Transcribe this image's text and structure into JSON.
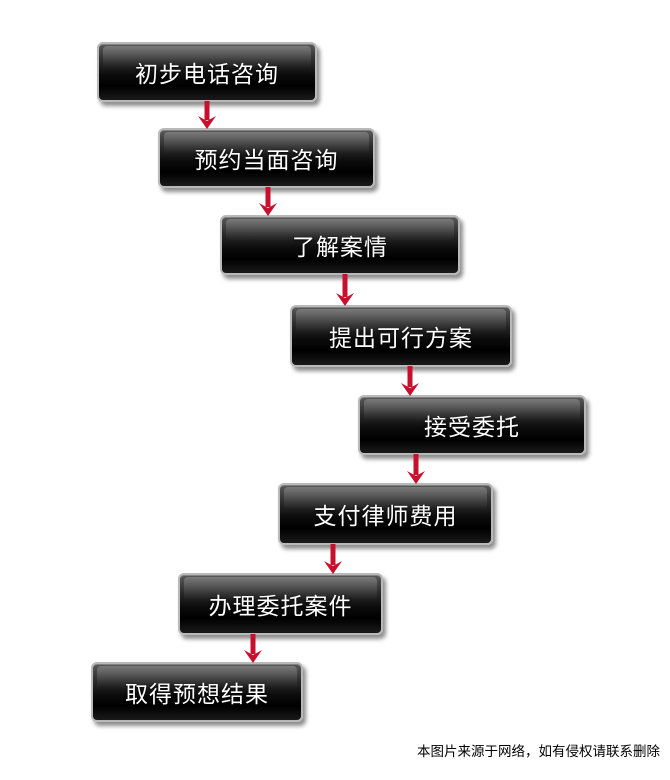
{
  "steps": [
    {
      "label": "初步电话咨询"
    },
    {
      "label": "预约当面咨询"
    },
    {
      "label": "了解案情"
    },
    {
      "label": "提出可行方案"
    },
    {
      "label": "接受委托"
    },
    {
      "label": "支付律师费用"
    },
    {
      "label": "办理委托案件"
    },
    {
      "label": "取得预想结果"
    }
  ],
  "footer_note": "本图片来源于网络，如有侵权请联系删除",
  "colors": {
    "box_fill": "#000000",
    "box_border": "#b9b9b9",
    "text": "#ffffff",
    "arrow": "#c8102e"
  }
}
